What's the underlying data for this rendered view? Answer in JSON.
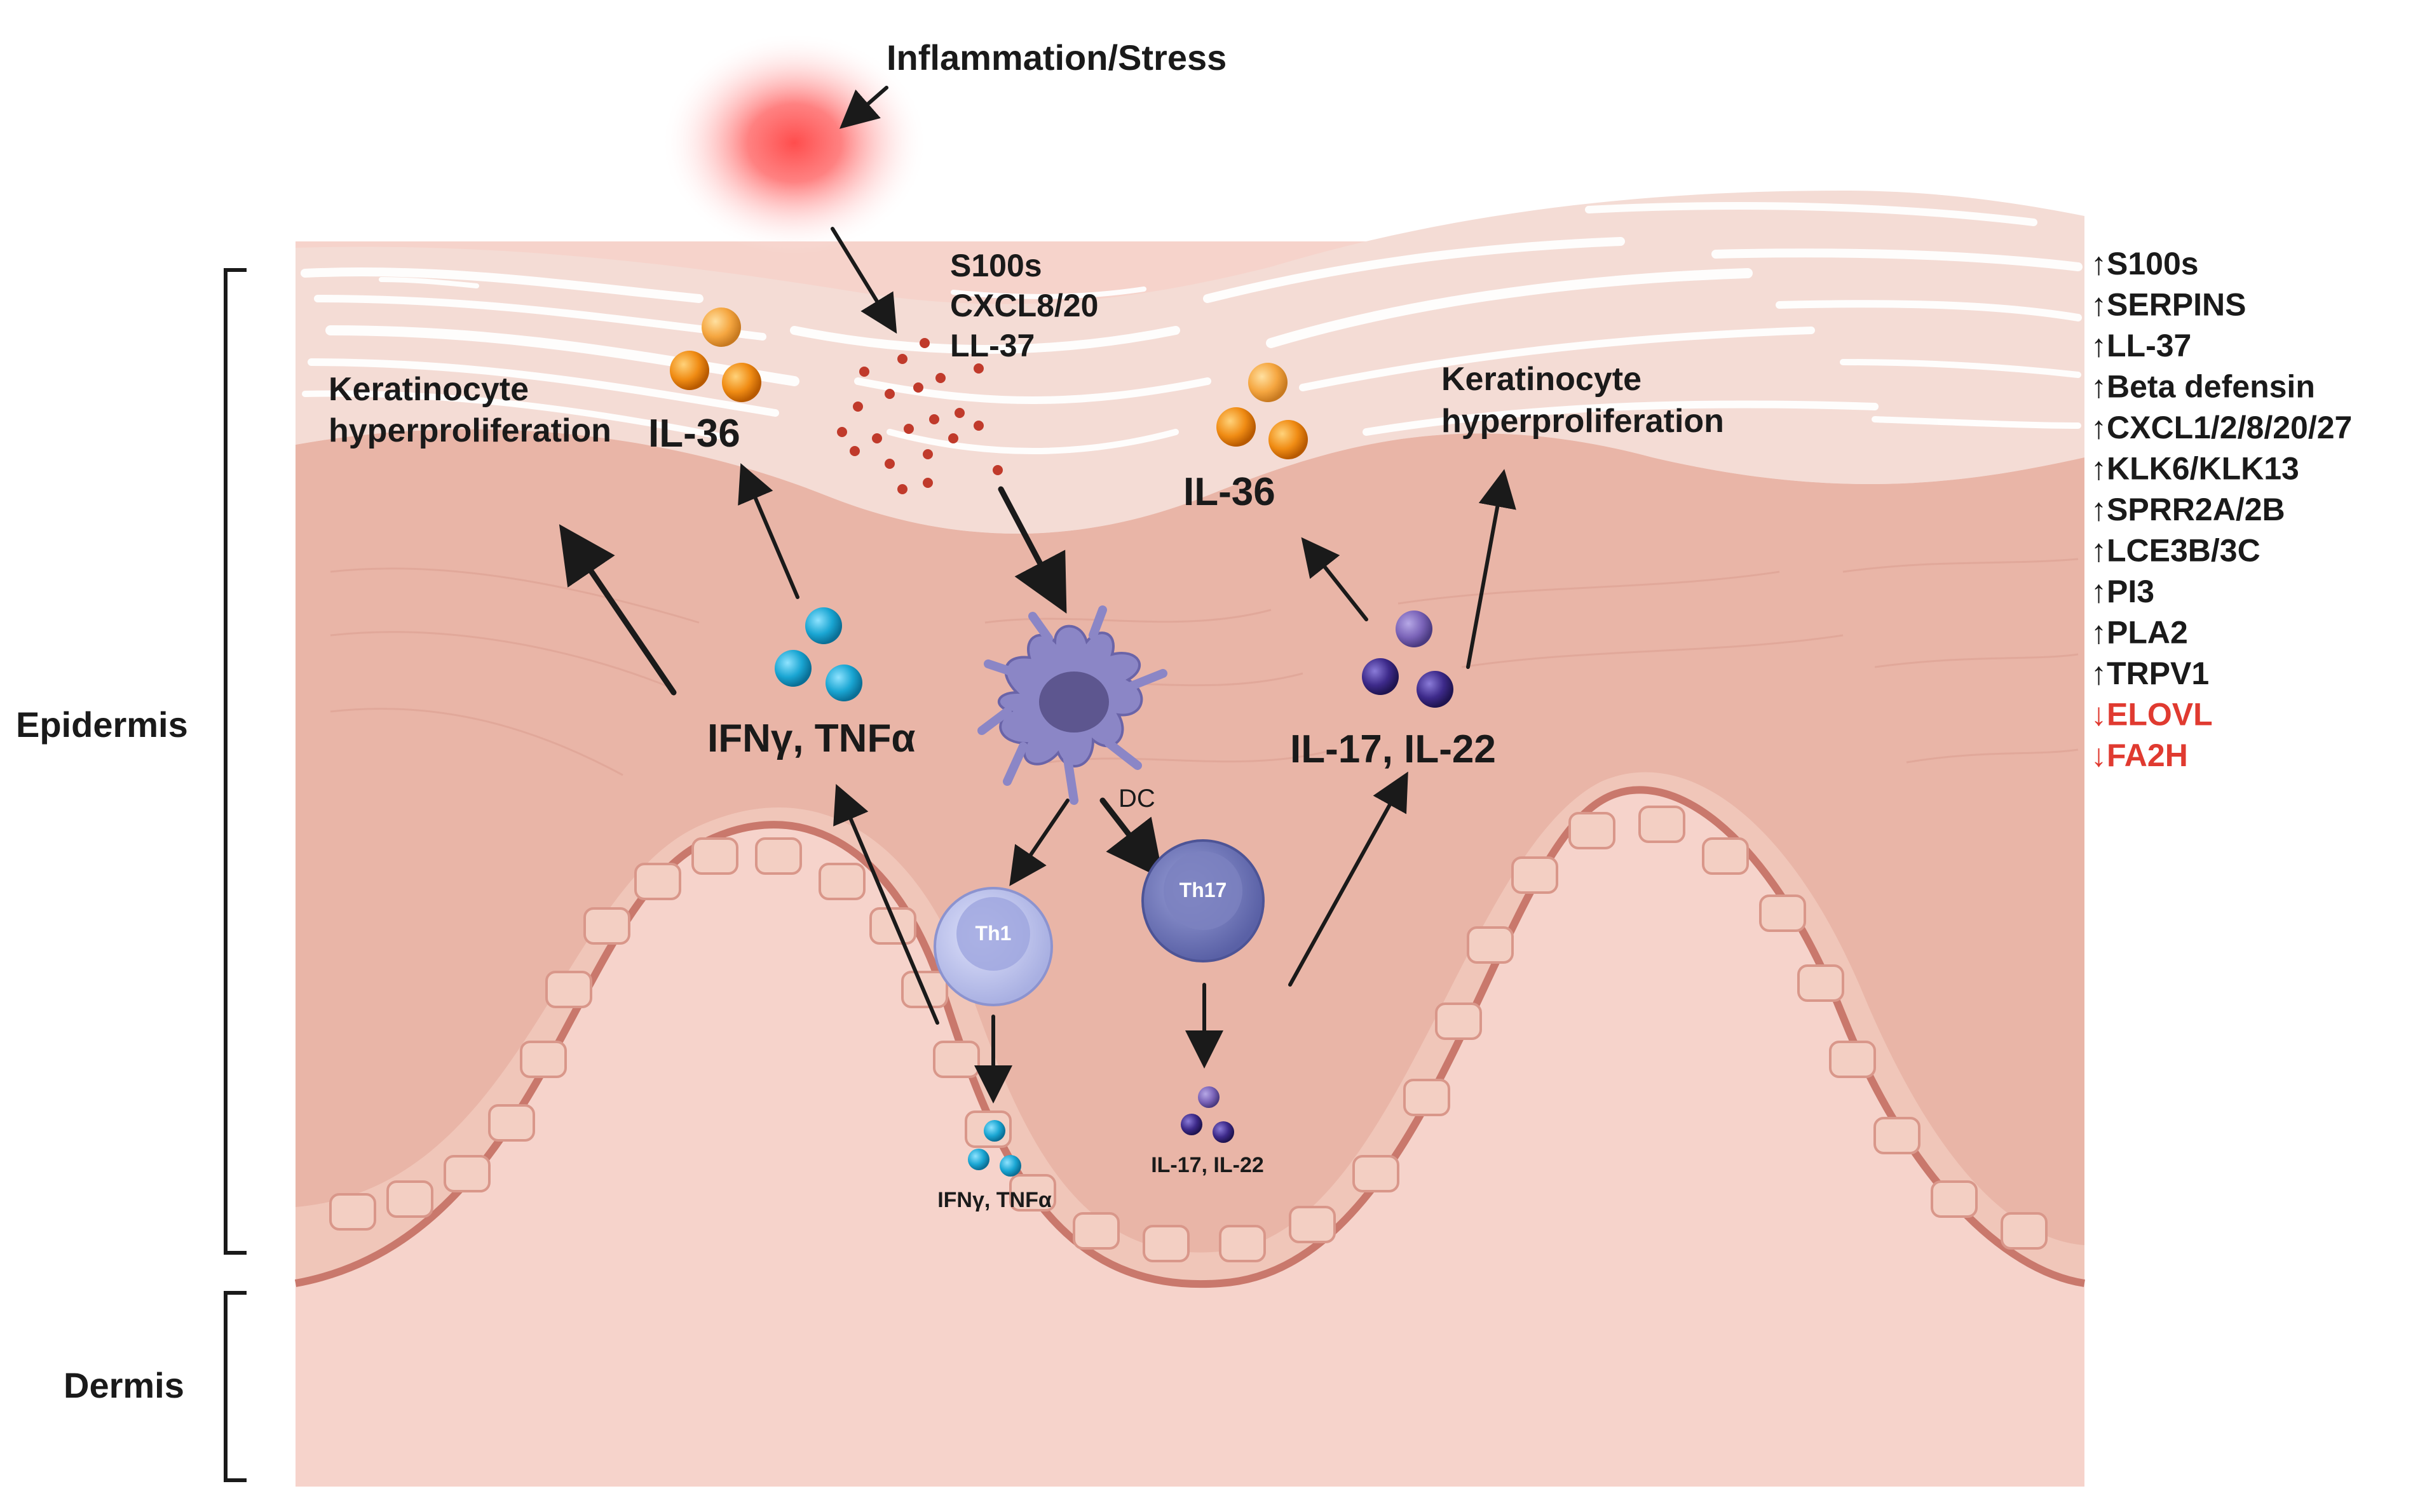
{
  "top_label": "Inflammation/Stress",
  "released_factors": [
    "S100s",
    "CXCL8/20",
    "LL-37"
  ],
  "left": {
    "keratinocyte_line1": "Keratinocyte",
    "keratinocyte_line2": "hyperproliferation",
    "il36": "IL-36",
    "cytokines": "IFNγ, TNFα",
    "small_cytokines": "IFNγ, TNFα"
  },
  "right": {
    "keratinocyte_line1": "Keratinocyte",
    "keratinocyte_line2": "hyperproliferation",
    "il36": "IL-36",
    "cytokines": "IL-17, IL-22",
    "small_cytokines": "IL-17, IL-22"
  },
  "cells": {
    "dc": "DC",
    "th1": "Th1",
    "th17": "Th17"
  },
  "layers": {
    "epidermis": "Epidermis",
    "dermis": "Dermis"
  },
  "marker_list": [
    {
      "arrow": "↑",
      "label": "S100s",
      "color": "#1a1a1a"
    },
    {
      "arrow": "↑",
      "label": "SERPINS",
      "color": "#1a1a1a"
    },
    {
      "arrow": "↑",
      "label": "LL-37",
      "color": "#1a1a1a"
    },
    {
      "arrow": "↑",
      "label": "Beta defensin",
      "color": "#1a1a1a"
    },
    {
      "arrow": "↑",
      "label": "CXCL1/2/8/20/27",
      "color": "#1a1a1a"
    },
    {
      "arrow": "↑",
      "label": "KLK6/KLK13",
      "color": "#1a1a1a"
    },
    {
      "arrow": "↑",
      "label": "SPRR2A/2B",
      "color": "#1a1a1a"
    },
    {
      "arrow": "↑",
      "label": "LCE3B/3C",
      "color": "#1a1a1a"
    },
    {
      "arrow": "↑",
      "label": "PI3",
      "color": "#1a1a1a"
    },
    {
      "arrow": "↑",
      "label": "PLA2",
      "color": "#1a1a1a"
    },
    {
      "arrow": "↑",
      "label": "TRPV1",
      "color": "#1a1a1a"
    },
    {
      "arrow": "↓",
      "label": "ELOVL",
      "color": "#e03a30"
    },
    {
      "arrow": "↓",
      "label": "FA2H",
      "color": "#e03a30"
    }
  ],
  "colors": {
    "stratum_corneum": "#f2d6cf",
    "epidermis": "#e9b5a7",
    "dermis": "#f6d3cb",
    "basal_line": "#c9786c",
    "ifn_cytokine": "#1aa6d3",
    "il36_cytokine": "#f08c14",
    "il17_cytokine": "#3d2a8a",
    "dc_cell": "#8b86c6",
    "th1_cell": "#b7bde9",
    "th17_cell": "#6f76b8",
    "downregulated": "#e03a30"
  }
}
